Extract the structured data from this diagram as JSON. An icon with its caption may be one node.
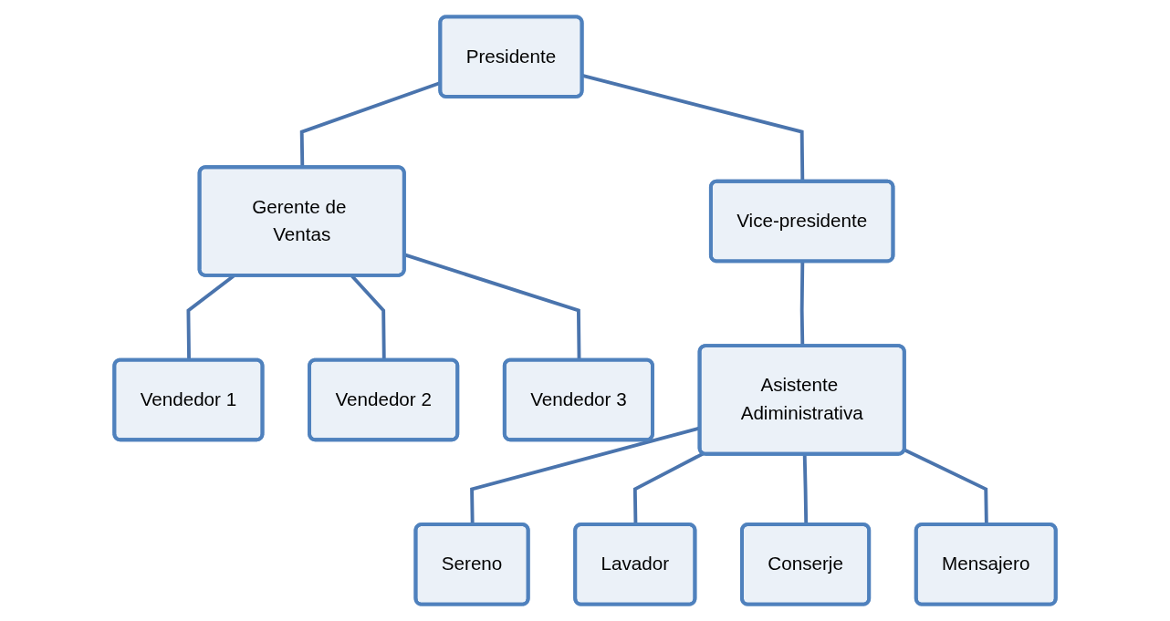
{
  "diagram": {
    "nodes": [
      {
        "text": [
          "Presidente"
        ]
      },
      {
        "text": [
          "Gerente de Ventas"
        ]
      },
      {
        "text": [
          "Vice-presidente"
        ]
      },
      {
        "text": [
          "Vendedor 1"
        ]
      },
      {
        "text": [
          "Vendedor 2"
        ]
      },
      {
        "text": [
          "Vendedor 3"
        ]
      },
      {
        "text": [
          "Asistente Adiministrativa"
        ]
      },
      {
        "text": [
          "Sereno"
        ]
      },
      {
        "text": [
          "Lavador"
        ]
      },
      {
        "text": [
          "Conserje"
        ]
      },
      {
        "text": [
          "Mensajero"
        ]
      }
    ],
    "edges": [
      {
        "from": 0,
        "to": 1,
        "arrow": "none"
      },
      {
        "from": 0,
        "to": 2,
        "arrow": "none"
      },
      {
        "from": 1,
        "to": 3,
        "arrow": "none"
      },
      {
        "from": 1,
        "to": 4,
        "arrow": "none"
      },
      {
        "from": 1,
        "to": 5,
        "arrow": "none"
      },
      {
        "from": 2,
        "to": 6,
        "arrow": "none"
      },
      {
        "from": 6,
        "to": 7,
        "arrow": "none"
      },
      {
        "from": 6,
        "to": 8,
        "arrow": "none"
      },
      {
        "from": 6,
        "to": 9,
        "arrow": "none"
      },
      {
        "from": 6,
        "to": 10,
        "arrow": "none"
      }
    ]
  }
}
